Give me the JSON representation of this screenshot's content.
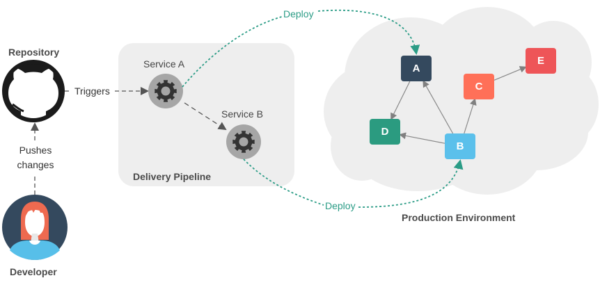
{
  "repository": {
    "label": "Repository",
    "icon": "github-octocat-icon"
  },
  "developer": {
    "label": "Developer",
    "icon": "developer-avatar-icon"
  },
  "edges": {
    "triggers": "Triggers",
    "pushes_changes_line1": "Pushes",
    "pushes_changes_line2": "changes",
    "deploy_a": "Deploy",
    "deploy_b": "Deploy"
  },
  "pipeline": {
    "title": "Delivery Pipeline",
    "services": [
      {
        "label": "Service A",
        "icon": "gear-icon"
      },
      {
        "label": "Service B",
        "icon": "gear-icon"
      }
    ]
  },
  "production": {
    "title": "Production Environment",
    "nodes": [
      {
        "id": "A",
        "label": "A",
        "color": "#34495e"
      },
      {
        "id": "B",
        "label": "B",
        "color": "#5bc0eb"
      },
      {
        "id": "C",
        "label": "C",
        "color": "#ff7058"
      },
      {
        "id": "D",
        "label": "D",
        "color": "#2b9b80"
      },
      {
        "id": "E",
        "label": "E",
        "color": "#ee5558"
      }
    ],
    "links": [
      {
        "from": "A",
        "to": "D"
      },
      {
        "from": "B",
        "to": "A"
      },
      {
        "from": "B",
        "to": "D"
      },
      {
        "from": "B",
        "to": "C"
      },
      {
        "from": "C",
        "to": "E"
      }
    ]
  },
  "colors": {
    "deploy_line": "#2b9c86",
    "link_line": "#888888",
    "panel_bg": "#eeeeee",
    "label_text": "#4a4a4a"
  }
}
